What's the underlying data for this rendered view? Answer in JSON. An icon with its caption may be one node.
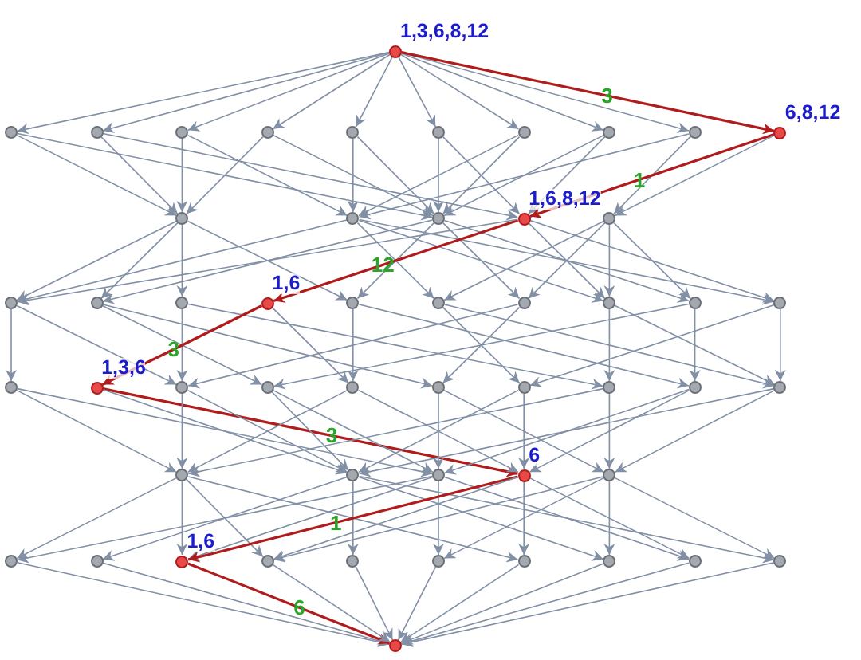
{
  "diagram": {
    "nodes": [
      {
        "text": [
          "1,3,6,8,12"
        ]
      },
      {
        "text": [],
        "shape": "circle"
      },
      {
        "text": [],
        "shape": "circle"
      },
      {
        "text": [],
        "shape": "circle"
      },
      {
        "text": [],
        "shape": "circle"
      },
      {
        "text": [],
        "shape": "circle"
      },
      {
        "text": [],
        "shape": "circle"
      },
      {
        "text": [],
        "shape": "circle"
      },
      {
        "text": [],
        "shape": "circle"
      },
      {
        "text": [],
        "shape": "circle"
      },
      {
        "text": [
          "6,8,12"
        ]
      },
      {
        "text": [],
        "shape": "circle"
      },
      {
        "text": [],
        "shape": "circle"
      },
      {
        "text": [],
        "shape": "circle"
      },
      {
        "text": [
          "1,6,8,12"
        ]
      },
      {
        "text": [],
        "shape": "circle"
      },
      {
        "text": [],
        "shape": "circle"
      },
      {
        "text": [],
        "shape": "circle"
      },
      {
        "text": [],
        "shape": "circle"
      },
      {
        "text": [
          "1,6"
        ]
      },
      {
        "text": [],
        "shape": "circle"
      },
      {
        "text": [],
        "shape": "circle"
      },
      {
        "text": [],
        "shape": "circle"
      },
      {
        "text": [],
        "shape": "circle"
      },
      {
        "text": [],
        "shape": "circle"
      },
      {
        "text": [],
        "shape": "circle"
      },
      {
        "text": [],
        "shape": "circle"
      },
      {
        "text": [
          "1,3,6"
        ]
      },
      {
        "text": [],
        "shape": "circle"
      },
      {
        "text": [],
        "shape": "circle"
      },
      {
        "text": [],
        "shape": "circle"
      },
      {
        "text": [],
        "shape": "circle"
      },
      {
        "text": [],
        "shape": "circle"
      },
      {
        "text": [],
        "shape": "circle"
      },
      {
        "text": [],
        "shape": "circle"
      },
      {
        "text": [],
        "shape": "circle"
      },
      {
        "text": [],
        "shape": "circle"
      },
      {
        "text": [],
        "shape": "circle"
      },
      {
        "text": [],
        "shape": "circle"
      },
      {
        "text": [
          "6"
        ]
      },
      {
        "text": [],
        "shape": "circle"
      },
      {
        "text": [],
        "shape": "circle"
      },
      {
        "text": [],
        "shape": "circle"
      },
      {
        "text": [
          "1,6"
        ]
      },
      {
        "text": [],
        "shape": "circle"
      },
      {
        "text": [],
        "shape": "circle"
      },
      {
        "text": [],
        "shape": "circle"
      },
      {
        "text": [],
        "shape": "circle"
      },
      {
        "text": [],
        "shape": "circle"
      },
      {
        "text": [],
        "shape": "circle"
      },
      {
        "text": [],
        "shape": "circle"
      },
      {
        "text": [],
        "shape": "circle"
      }
    ],
    "edges": [
      {
        "from": 0,
        "to": 1,
        "arrow": "to"
      },
      {
        "from": 0,
        "to": 2,
        "arrow": "to"
      },
      {
        "from": 0,
        "to": 3,
        "arrow": "to"
      },
      {
        "from": 0,
        "to": 4,
        "arrow": "to"
      },
      {
        "from": 0,
        "to": 5,
        "arrow": "to"
      },
      {
        "from": 0,
        "to": 6,
        "arrow": "to"
      },
      {
        "from": 0,
        "to": 7,
        "arrow": "to"
      },
      {
        "from": 0,
        "to": 8,
        "arrow": "to"
      },
      {
        "from": 0,
        "to": 9,
        "arrow": "to"
      },
      {
        "from": 0,
        "to": 10,
        "arrow": "to",
        "label": "3",
        "color": "#b01c1c"
      },
      {
        "from": 1,
        "to": 11,
        "arrow": "to"
      },
      {
        "from": 1,
        "to": 13,
        "arrow": "to"
      },
      {
        "from": 2,
        "to": 11,
        "arrow": "to"
      },
      {
        "from": 2,
        "to": 14,
        "arrow": "to"
      },
      {
        "from": 3,
        "to": 11,
        "arrow": "to"
      },
      {
        "from": 3,
        "to": 12,
        "arrow": "to"
      },
      {
        "from": 4,
        "to": 11,
        "arrow": "to"
      },
      {
        "from": 4,
        "to": 13,
        "arrow": "to"
      },
      {
        "from": 5,
        "to": 12,
        "arrow": "to"
      },
      {
        "from": 5,
        "to": 13,
        "arrow": "to"
      },
      {
        "from": 6,
        "to": 13,
        "arrow": "to"
      },
      {
        "from": 6,
        "to": 14,
        "arrow": "to"
      },
      {
        "from": 7,
        "to": 12,
        "arrow": "to"
      },
      {
        "from": 7,
        "to": 13,
        "arrow": "to"
      },
      {
        "from": 8,
        "to": 14,
        "arrow": "to"
      },
      {
        "from": 8,
        "to": 13,
        "arrow": "to"
      },
      {
        "from": 9,
        "to": 15,
        "arrow": "to"
      },
      {
        "from": 9,
        "to": 12,
        "arrow": "to"
      },
      {
        "from": 10,
        "to": 14,
        "arrow": "to",
        "label": "1",
        "color": "#b01c1c"
      },
      {
        "from": 10,
        "to": 15,
        "arrow": "to"
      },
      {
        "from": 11,
        "to": 16,
        "arrow": "to"
      },
      {
        "from": 11,
        "to": 17,
        "arrow": "to"
      },
      {
        "from": 11,
        "to": 18,
        "arrow": "to"
      },
      {
        "from": 11,
        "to": 20,
        "arrow": "to"
      },
      {
        "from": 12,
        "to": 16,
        "arrow": "to"
      },
      {
        "from": 12,
        "to": 21,
        "arrow": "to"
      },
      {
        "from": 12,
        "to": 23,
        "arrow": "to"
      },
      {
        "from": 12,
        "to": 25,
        "arrow": "to"
      },
      {
        "from": 13,
        "to": 17,
        "arrow": "to"
      },
      {
        "from": 13,
        "to": 20,
        "arrow": "to"
      },
      {
        "from": 13,
        "to": 22,
        "arrow": "to"
      },
      {
        "from": 13,
        "to": 24,
        "arrow": "to"
      },
      {
        "from": 14,
        "to": 19,
        "arrow": "to",
        "label": "12",
        "color": "#b01c1c"
      },
      {
        "from": 14,
        "to": 16,
        "arrow": "to"
      },
      {
        "from": 14,
        "to": 23,
        "arrow": "to"
      },
      {
        "from": 14,
        "to": 25,
        "arrow": "to"
      },
      {
        "from": 15,
        "to": 23,
        "arrow": "to"
      },
      {
        "from": 15,
        "to": 21,
        "arrow": "to"
      },
      {
        "from": 15,
        "to": 22,
        "arrow": "to"
      },
      {
        "from": 15,
        "to": 24,
        "arrow": "to"
      },
      {
        "from": 16,
        "to": 26,
        "arrow": "to"
      },
      {
        "from": 16,
        "to": 28,
        "arrow": "to"
      },
      {
        "from": 17,
        "to": 29,
        "arrow": "to"
      },
      {
        "from": 17,
        "to": 31,
        "arrow": "to"
      },
      {
        "from": 18,
        "to": 28,
        "arrow": "to"
      },
      {
        "from": 18,
        "to": 33,
        "arrow": "to"
      },
      {
        "from": 19,
        "to": 27,
        "arrow": "to",
        "label": "3",
        "color": "#b01c1c"
      },
      {
        "from": 19,
        "to": 30,
        "arrow": "to"
      },
      {
        "from": 20,
        "to": 30,
        "arrow": "to"
      },
      {
        "from": 20,
        "to": 34,
        "arrow": "to"
      },
      {
        "from": 21,
        "to": 32,
        "arrow": "to"
      },
      {
        "from": 21,
        "to": 35,
        "arrow": "to"
      },
      {
        "from": 22,
        "to": 28,
        "arrow": "to"
      },
      {
        "from": 22,
        "to": 31,
        "arrow": "to"
      },
      {
        "from": 23,
        "to": 33,
        "arrow": "to"
      },
      {
        "from": 23,
        "to": 35,
        "arrow": "to"
      },
      {
        "from": 24,
        "to": 29,
        "arrow": "to"
      },
      {
        "from": 24,
        "to": 34,
        "arrow": "to"
      },
      {
        "from": 25,
        "to": 32,
        "arrow": "to"
      },
      {
        "from": 25,
        "to": 35,
        "arrow": "to"
      },
      {
        "from": 26,
        "to": 36,
        "arrow": "to"
      },
      {
        "from": 26,
        "to": 38,
        "arrow": "to"
      },
      {
        "from": 27,
        "to": 39,
        "arrow": "to",
        "label": "3",
        "color": "#b01c1c"
      },
      {
        "from": 27,
        "to": 37,
        "arrow": "to"
      },
      {
        "from": 28,
        "to": 36,
        "arrow": "to"
      },
      {
        "from": 28,
        "to": 37,
        "arrow": "to"
      },
      {
        "from": 29,
        "to": 37,
        "arrow": "to"
      },
      {
        "from": 29,
        "to": 38,
        "arrow": "to"
      },
      {
        "from": 30,
        "to": 36,
        "arrow": "to"
      },
      {
        "from": 30,
        "to": 39,
        "arrow": "to"
      },
      {
        "from": 31,
        "to": 38,
        "arrow": "to"
      },
      {
        "from": 31,
        "to": 40,
        "arrow": "to"
      },
      {
        "from": 32,
        "to": 37,
        "arrow": "to"
      },
      {
        "from": 32,
        "to": 39,
        "arrow": "to"
      },
      {
        "from": 33,
        "to": 36,
        "arrow": "to"
      },
      {
        "from": 33,
        "to": 40,
        "arrow": "to"
      },
      {
        "from": 34,
        "to": 38,
        "arrow": "to"
      },
      {
        "from": 34,
        "to": 39,
        "arrow": "to"
      },
      {
        "from": 35,
        "to": 37,
        "arrow": "to"
      },
      {
        "from": 35,
        "to": 40,
        "arrow": "to"
      },
      {
        "from": 36,
        "to": 41,
        "arrow": "to"
      },
      {
        "from": 36,
        "to": 43,
        "arrow": "to"
      },
      {
        "from": 36,
        "to": 44,
        "arrow": "to"
      },
      {
        "from": 36,
        "to": 47,
        "arrow": "to"
      },
      {
        "from": 37,
        "to": 42,
        "arrow": "to"
      },
      {
        "from": 37,
        "to": 45,
        "arrow": "to"
      },
      {
        "from": 37,
        "to": 48,
        "arrow": "to"
      },
      {
        "from": 37,
        "to": 50,
        "arrow": "to"
      },
      {
        "from": 38,
        "to": 41,
        "arrow": "to"
      },
      {
        "from": 38,
        "to": 43,
        "arrow": "to"
      },
      {
        "from": 38,
        "to": 46,
        "arrow": "to"
      },
      {
        "from": 38,
        "to": 49,
        "arrow": "to"
      },
      {
        "from": 39,
        "to": 43,
        "arrow": "to",
        "label": "1",
        "color": "#b01c1c"
      },
      {
        "from": 39,
        "to": 44,
        "arrow": "to"
      },
      {
        "from": 39,
        "to": 47,
        "arrow": "to"
      },
      {
        "from": 39,
        "to": 49,
        "arrow": "to"
      },
      {
        "from": 40,
        "to": 44,
        "arrow": "to"
      },
      {
        "from": 40,
        "to": 46,
        "arrow": "to"
      },
      {
        "from": 40,
        "to": 48,
        "arrow": "to"
      },
      {
        "from": 40,
        "to": 50,
        "arrow": "to"
      },
      {
        "from": 41,
        "to": 51,
        "arrow": "to"
      },
      {
        "from": 42,
        "to": 51,
        "arrow": "to"
      },
      {
        "from": 43,
        "to": 51,
        "arrow": "to",
        "label": "6",
        "color": "#b01c1c"
      },
      {
        "from": 44,
        "to": 51,
        "arrow": "to"
      },
      {
        "from": 45,
        "to": 51,
        "arrow": "to"
      },
      {
        "from": 46,
        "to": 51,
        "arrow": "to"
      },
      {
        "from": 47,
        "to": 51,
        "arrow": "to"
      },
      {
        "from": 48,
        "to": 51,
        "arrow": "to"
      },
      {
        "from": 49,
        "to": 51,
        "arrow": "to"
      },
      {
        "from": 50,
        "to": 51,
        "arrow": "to"
      }
    ]
  }
}
